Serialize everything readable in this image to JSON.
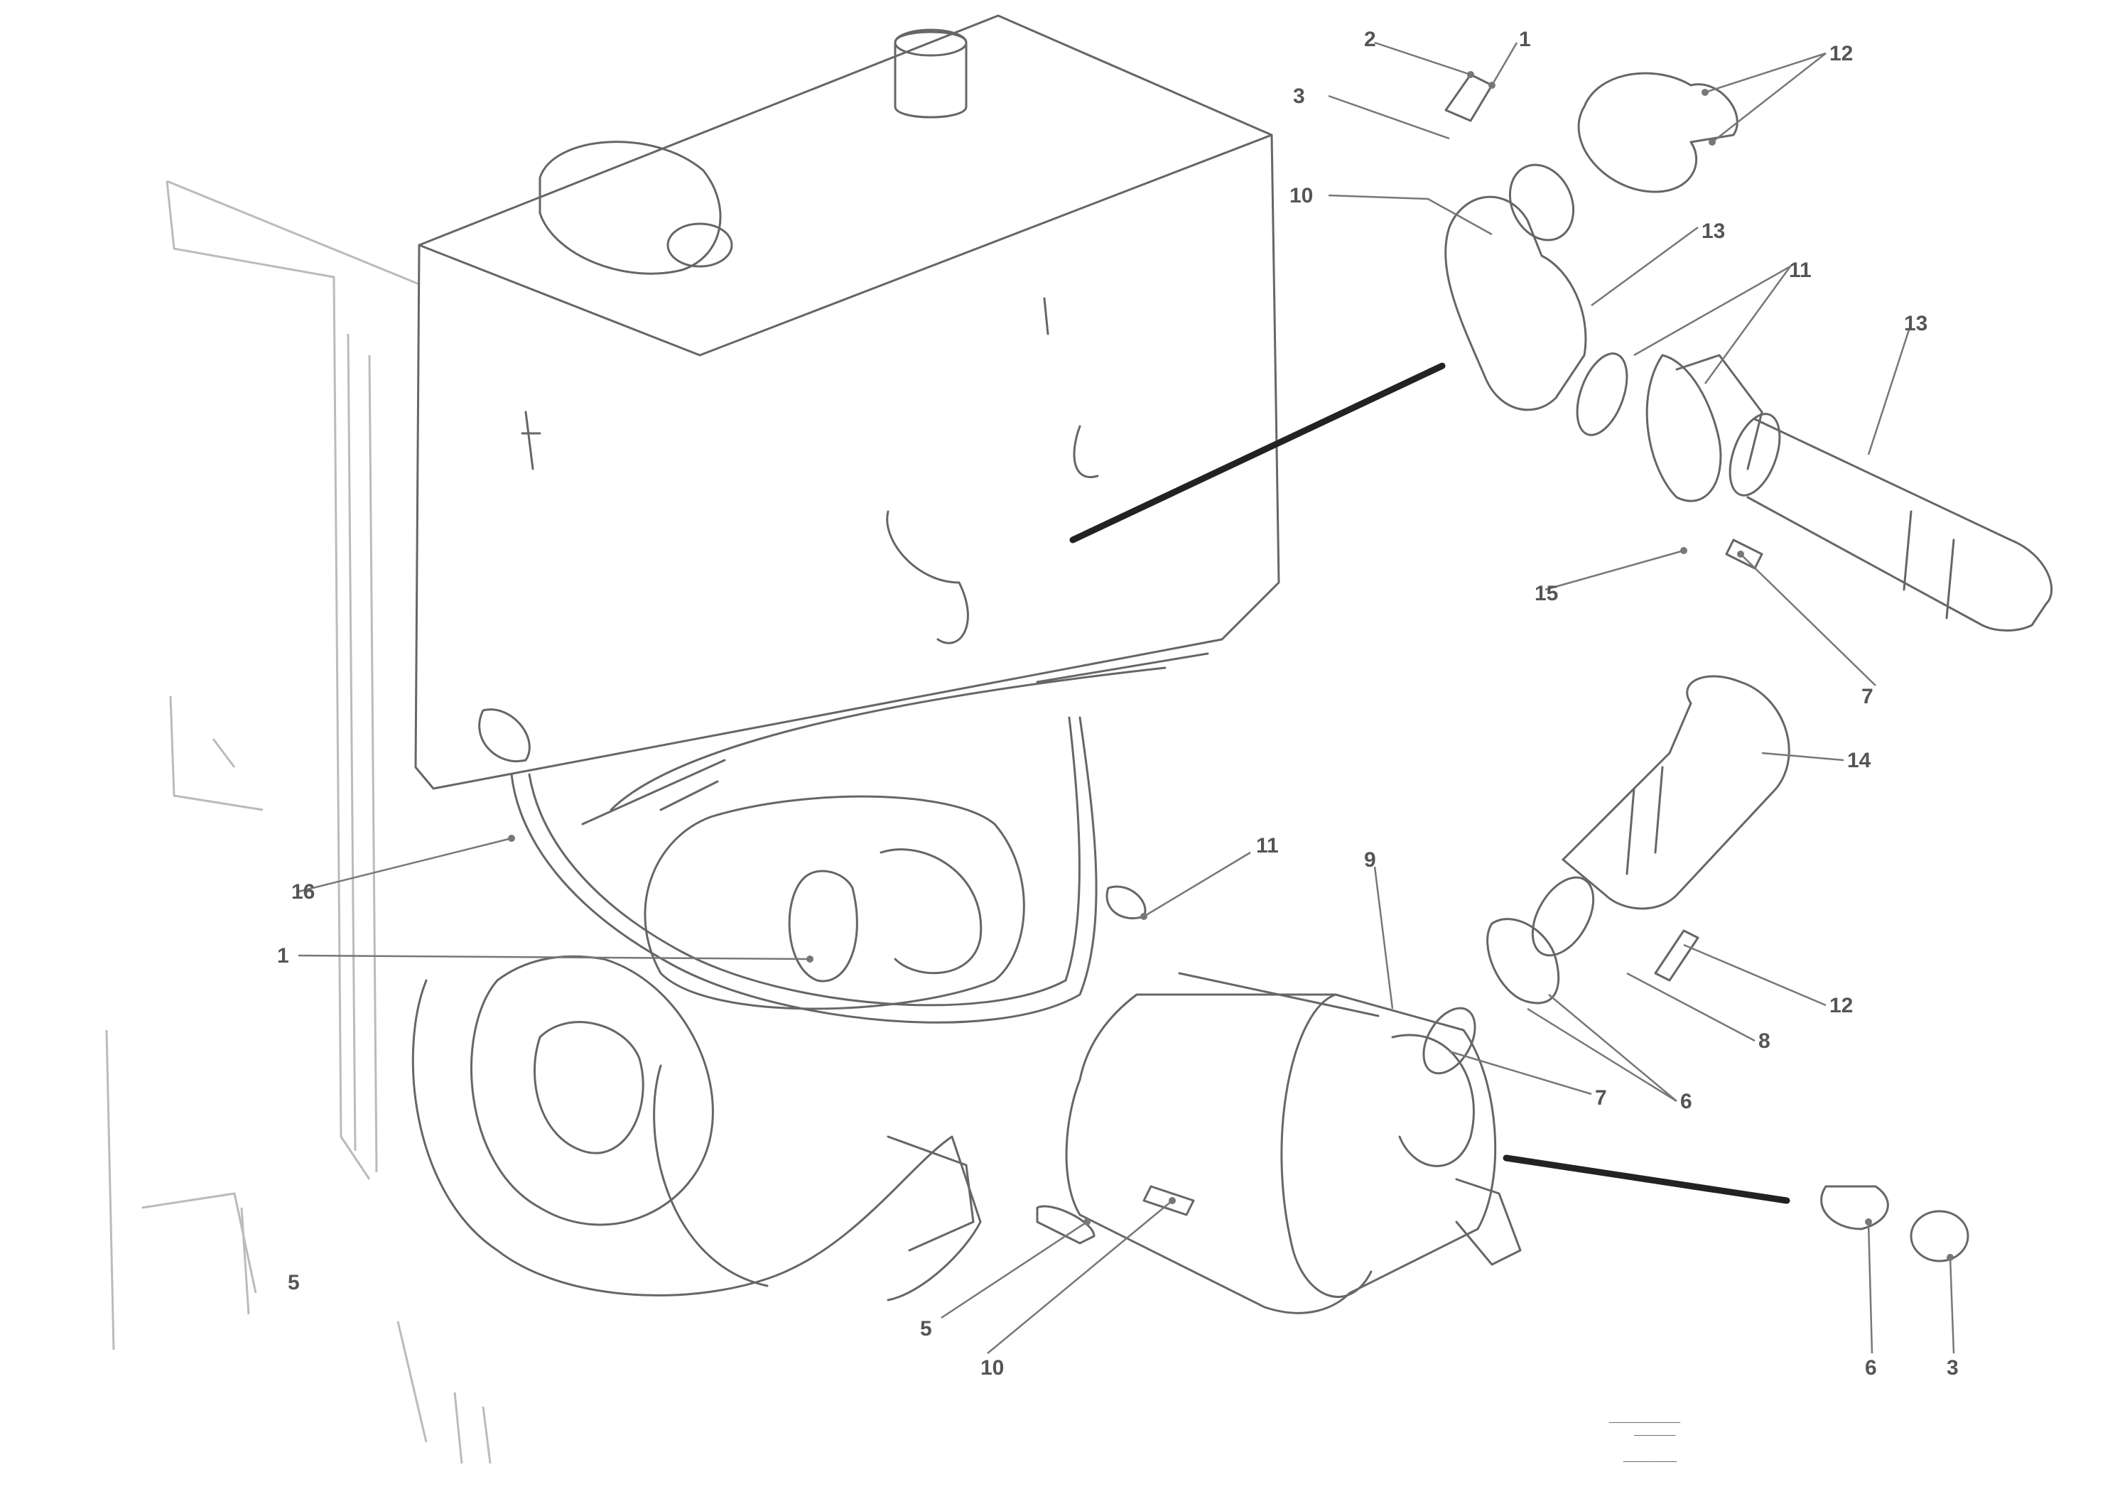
{
  "callouts": {
    "c1": "2",
    "c2": "1",
    "c3": "3",
    "c4": "10",
    "c5": "12",
    "c6": "13",
    "c7": "11",
    "c8": "13",
    "c9": "15",
    "c10": "7",
    "c11": "14",
    "c12": "16",
    "c13": "1",
    "c14": "11",
    "c15": "9",
    "c16": "12",
    "c17": "8",
    "c18": "7",
    "c19": "6",
    "c20": "5",
    "c21": "10",
    "c22": "6",
    "c23": "3",
    "c24": "5"
  },
  "stamp": {
    "line1": "____________",
    "line2": "_______",
    "line3": "_________"
  }
}
